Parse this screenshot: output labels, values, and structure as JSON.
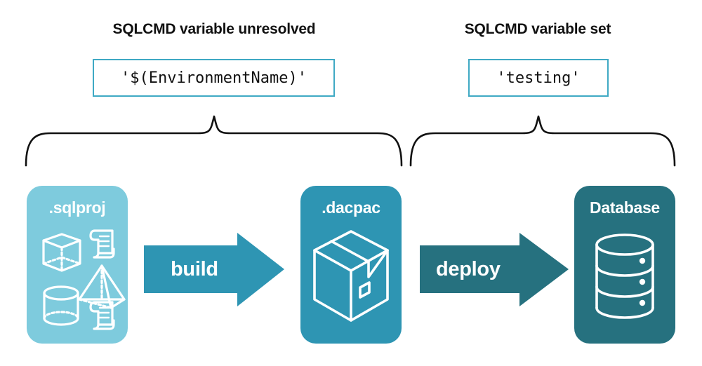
{
  "diagram": {
    "title_left": "SQLCMD variable unresolved",
    "title_right": "SQLCMD variable set",
    "code_left": "'$(EnvironmentName)'",
    "code_right": "'testing'",
    "stages": [
      {
        "label": ".sqlproj",
        "icon": "project-objects-icon",
        "color": "#7ecbdd"
      },
      {
        "label": ".dacpac",
        "icon": "package-box-icon",
        "color": "#2e95b3"
      },
      {
        "label": "Database",
        "icon": "database-cylinder-icon",
        "color": "#26717f"
      }
    ],
    "arrows": [
      {
        "label": "build",
        "color": "#2e95b3"
      },
      {
        "label": "deploy",
        "color": "#26717f"
      }
    ],
    "colors": {
      "code_border": "#3fa9c4",
      "brace": "#111111",
      "background": "#ffffff",
      "text": "#111111",
      "label_text": "#ffffff"
    }
  }
}
